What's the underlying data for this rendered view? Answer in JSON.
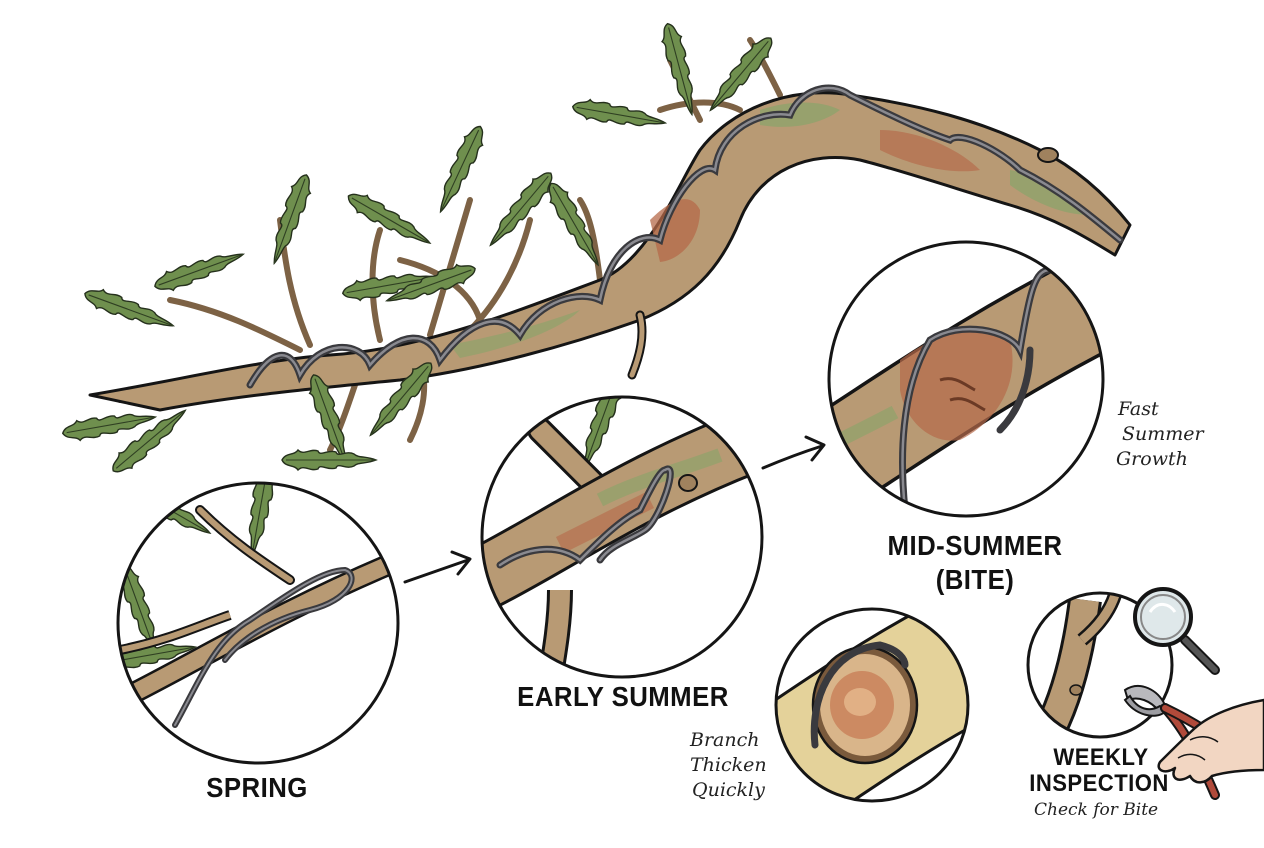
{
  "stages": {
    "spring": "SPRING",
    "early_summer": "EARLY SUMMER",
    "mid_summer_line1": "MID-SUMMER",
    "mid_summer_line2": "(BITE)",
    "weekly_line1": "WEEKLY",
    "weekly_line2": "INSPECTION"
  },
  "notes": {
    "growth_1": "Fast",
    "growth_2": "Summer",
    "growth_3": "Growth",
    "thicken_1": "Branch",
    "thicken_2": "Thicken",
    "thicken_3": "Quickly",
    "check": "Check for Bite"
  },
  "colors": {
    "bark": "#b89a74",
    "bark_dark": "#7d6245",
    "bark_red": "#b5694a",
    "moss": "#8fa36b",
    "leaf": "#6f8f4e",
    "leaf_dark": "#3f5a2c",
    "wire": "#5a5a5e",
    "ink": "#151515",
    "wood_cut": "#d9b58a",
    "wood_core": "#c9825a"
  }
}
